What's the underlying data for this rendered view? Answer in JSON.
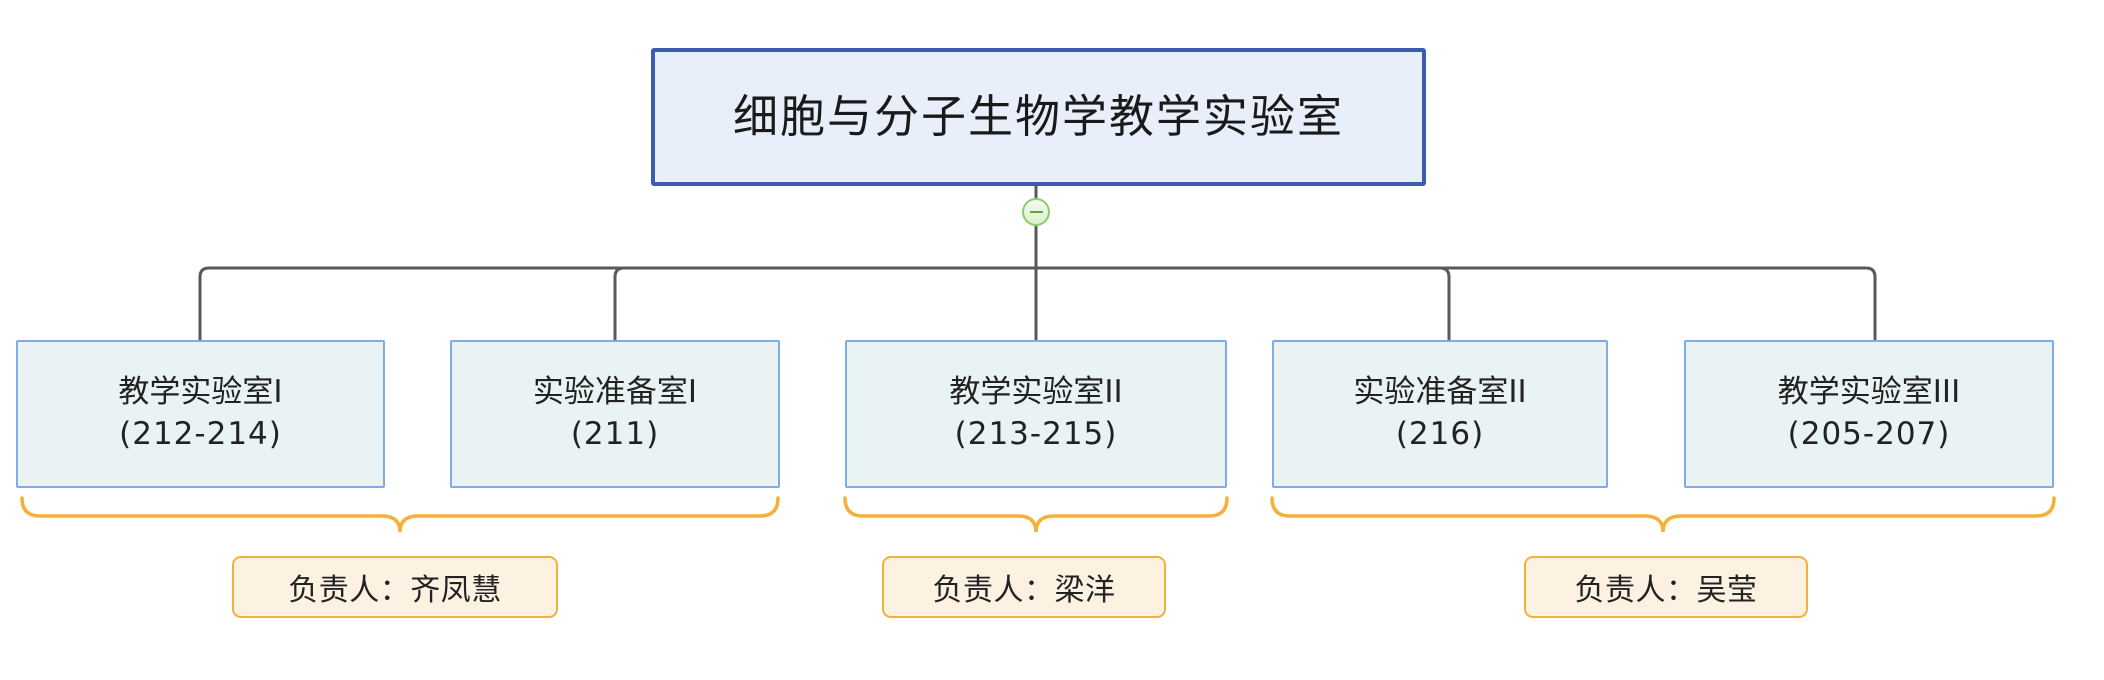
{
  "diagram": {
    "type": "organization-tree",
    "title": "细胞与分子生物学教学实验室",
    "root": {
      "label": "细胞与分子生物学教学实验室",
      "border_color": "#3c5cb0",
      "fill_color": "#e8eefa"
    },
    "toggle": {
      "name": "collapse-toggle",
      "state": "expanded",
      "glyph": "minus",
      "border_color": "#8ccf63"
    },
    "connector_color": "#595959",
    "children": [
      {
        "name": "教学实验室I",
        "rooms": "(212-214)",
        "group": 0
      },
      {
        "name": "实验准备室I",
        "rooms": "(211)",
        "group": 0
      },
      {
        "name": "教学实验室II",
        "rooms": "(213-215)",
        "group": 1
      },
      {
        "name": "实验准备室II",
        "rooms": "(216)",
        "group": 2
      },
      {
        "name": "教学实验室III",
        "rooms": "(205-207)",
        "group": 2
      }
    ],
    "child_style": {
      "border_color": "#7fabe8",
      "fill_color": "#e9f3f3"
    },
    "groups": [
      {
        "owner_label": "负责人：齐凤慧",
        "covers": [
          "教学实验室I",
          "实验准备室I"
        ]
      },
      {
        "owner_label": "负责人：梁洋",
        "covers": [
          "教学实验室II"
        ]
      },
      {
        "owner_label": "负责人：吴莹",
        "covers": [
          "实验准备室II",
          "教学实验室III"
        ]
      }
    ],
    "group_style": {
      "brace_color": "#f7b037",
      "label_border_color": "#f7b037",
      "label_fill_color": "#fdf1e2"
    }
  }
}
